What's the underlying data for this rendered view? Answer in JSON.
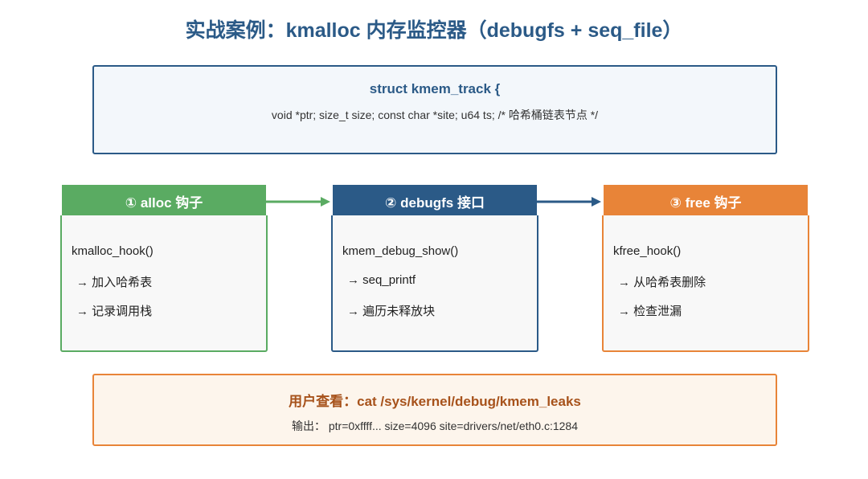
{
  "title": "实战案例：kmalloc 内存监控器（debugfs + seq_file）",
  "struct": {
    "header": "struct kmem_track {",
    "body": "void *ptr; size_t size; const char *site; u64 ts;   /* 哈希桶链表节点 */"
  },
  "panels": [
    {
      "title": "① alloc 钩子",
      "lines": [
        "kmalloc_hook()",
        "→ 加入哈希表",
        "→ 记录调用栈"
      ],
      "color": "#5aab62"
    },
    {
      "title": "② debugfs 接口",
      "lines": [
        "kmem_debug_show()",
        "→ seq_printf",
        "→ 遍历未释放块"
      ],
      "color": "#2b5a87"
    },
    {
      "title": "③ free 钩子",
      "lines": [
        "kfree_hook()",
        "→ 从哈希表删除",
        "→ 检查泄漏"
      ],
      "color": "#e88438"
    }
  ],
  "user": {
    "header": "用户查看：cat /sys/kernel/debug/kmem_leaks",
    "body": "输出： ptr=0xffff...  size=4096  site=drivers/net/eth0.c:1284"
  }
}
